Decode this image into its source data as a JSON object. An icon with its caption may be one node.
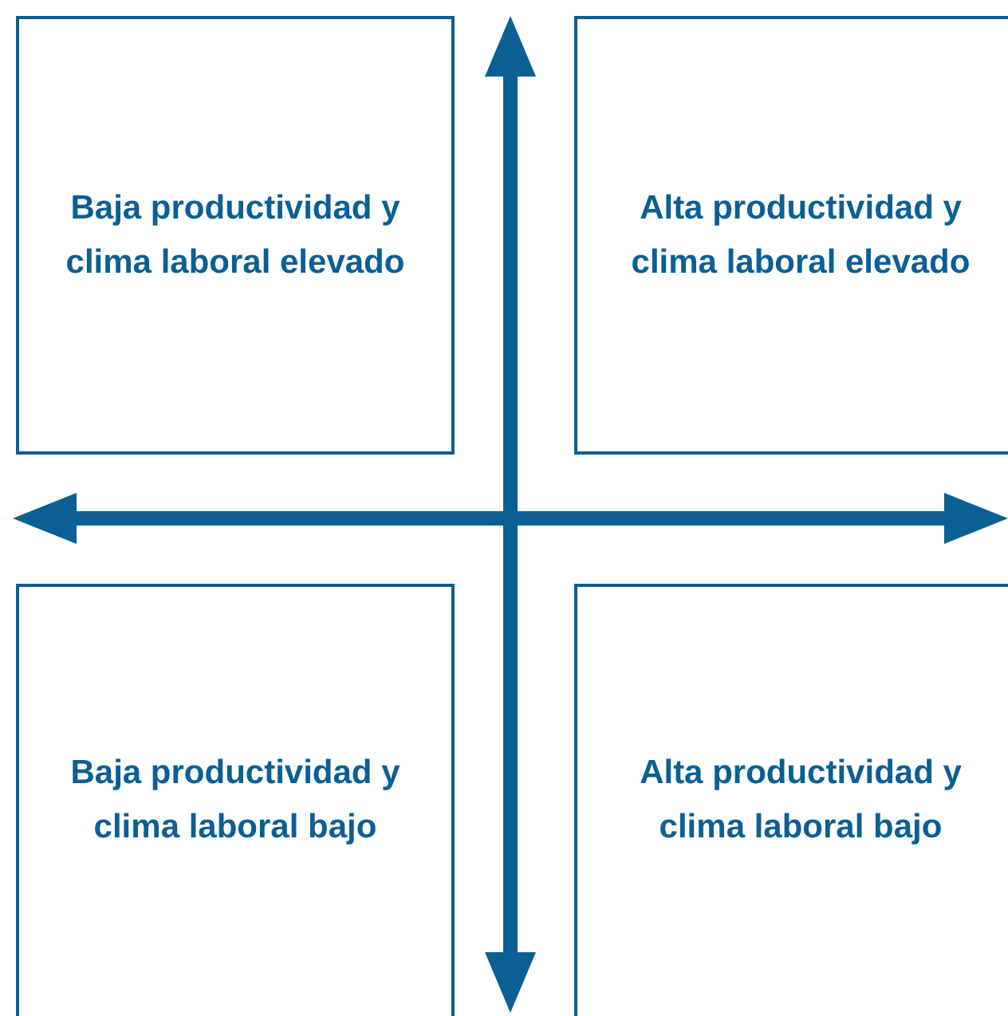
{
  "diagram": {
    "nodes": [
      {
        "text": [
          "Baja productividad y clima laboral elevado"
        ]
      },
      {
        "text": [
          "Alta productividad y clima laboral elevado"
        ]
      },
      {
        "text": [
          "Baja productividad y clima laboral bajo"
        ]
      },
      {
        "text": [
          "Alta productividad y clima laboral bajo"
        ]
      }
    ]
  }
}
